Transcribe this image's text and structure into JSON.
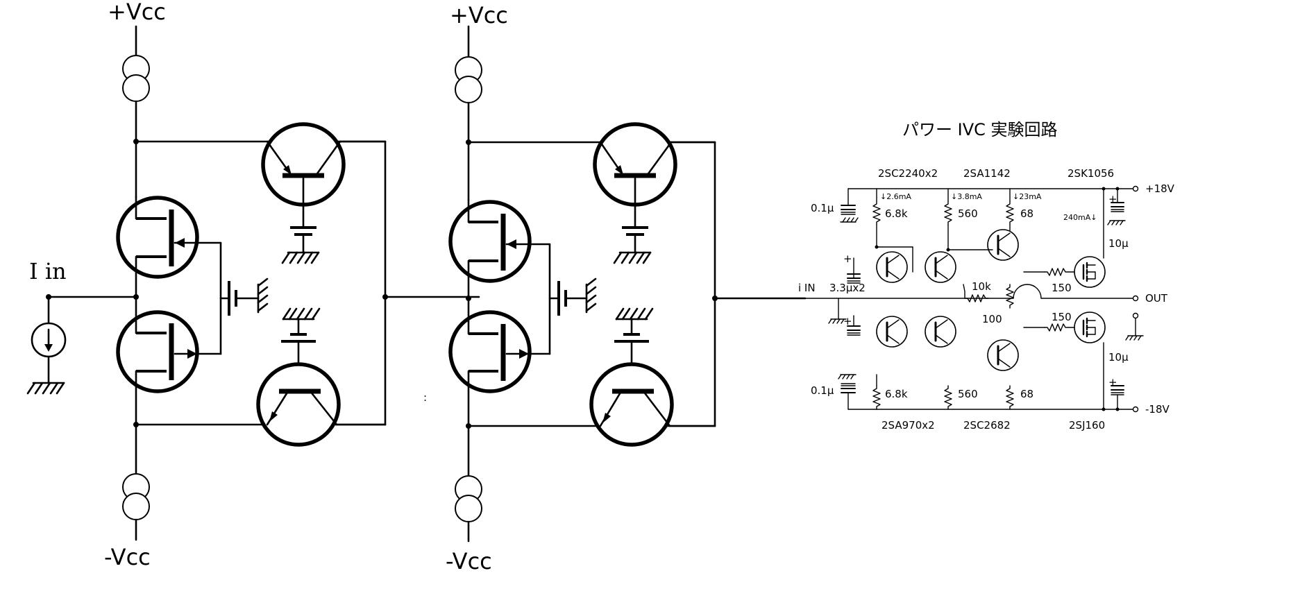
{
  "left_diagram": {
    "vcc_pos_label": "+Vcc",
    "vcc_neg_label": "-Vcc",
    "input_label": "I in"
  },
  "middle_diagram": {
    "vcc_pos_label": "+Vcc",
    "vcc_neg_label": "-Vcc",
    "stray_mark": ":"
  },
  "right_schematic": {
    "title": "パワー IVC 実験回路",
    "parts_top": [
      "2SC2240x2",
      "2SA1142",
      "2SK1056"
    ],
    "parts_bottom": [
      "2SA970x2",
      "2SC2682",
      "2SJ160"
    ],
    "rail_pos": "+18V",
    "rail_neg": "-18V",
    "output": "OUT",
    "input": "i IN",
    "input_cap": "3.3μx2",
    "currents": [
      "↓2.6mA",
      "↓3.8mA",
      "↓23mA",
      "240mA↓"
    ],
    "resistors_top": [
      "6.8k",
      "560",
      "68"
    ],
    "resistors_bottom": [
      "6.8k",
      "560",
      "68"
    ],
    "resistor_mid": "10k",
    "resistor_pot": "100",
    "gate_resistor_top": "150",
    "gate_resistor_bottom": "150",
    "cap_small_top": "0.1μ",
    "cap_small_bottom": "0.1μ",
    "cap_big_top": "10μ",
    "cap_big_bottom": "10μ",
    "polarity": "+"
  }
}
